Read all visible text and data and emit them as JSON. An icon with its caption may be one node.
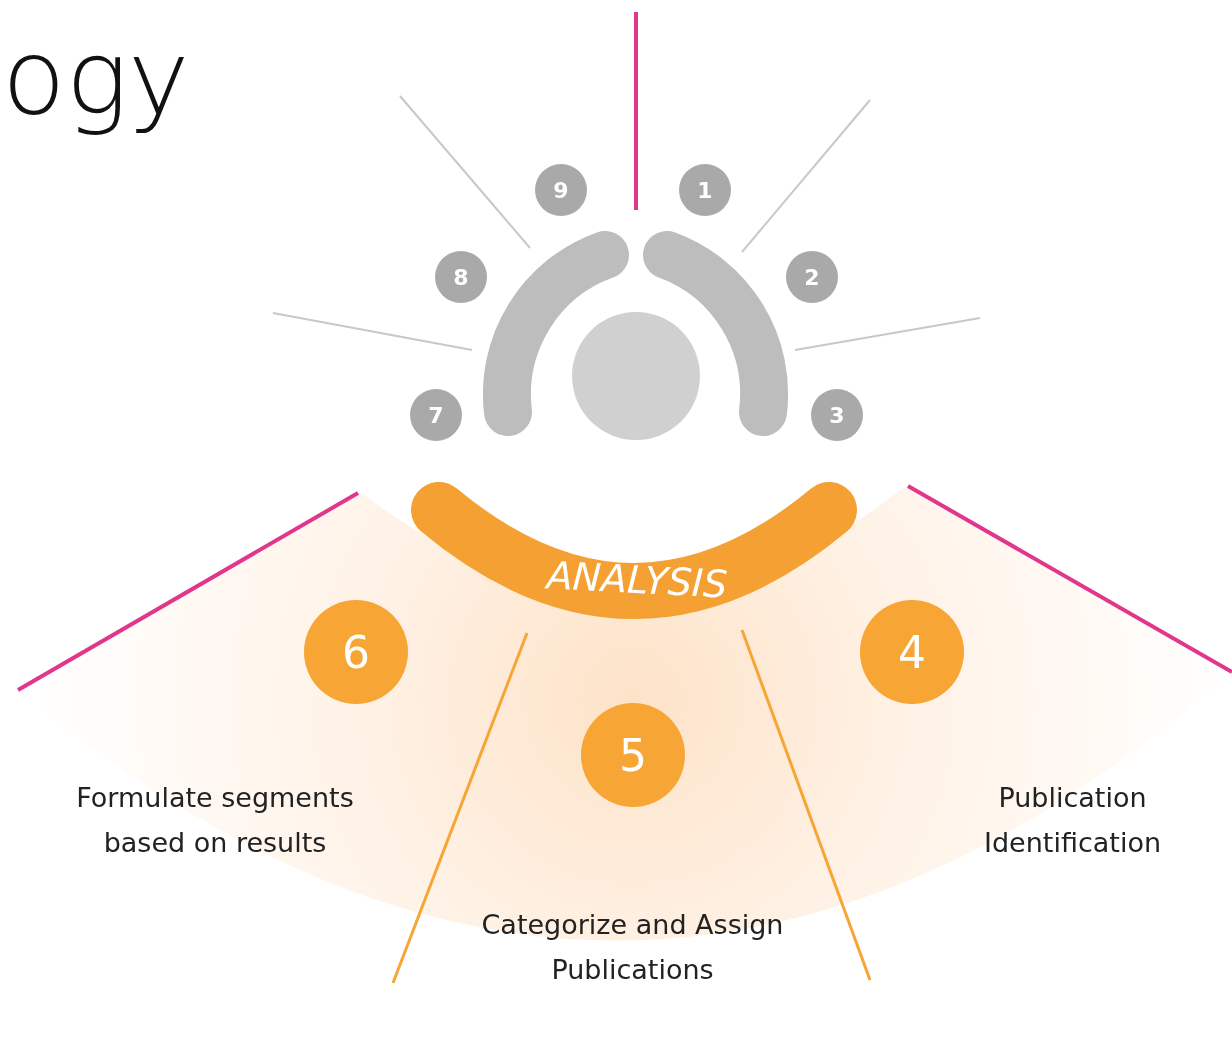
{
  "diagram": {
    "title": "ogy",
    "nodes": [
      {
        "text": [
          "1"
        ]
      },
      {
        "text": [
          "2"
        ]
      },
      {
        "text": [
          "3"
        ]
      },
      {
        "text": [
          "7"
        ]
      },
      {
        "text": [
          "8"
        ]
      },
      {
        "text": [
          "9"
        ]
      },
      {
        "text": [],
        "shape": "circle"
      },
      {
        "text": [
          "ANALYSIS"
        ]
      },
      {
        "text": [
          "6"
        ],
        "beside": [
          "Formulate segments based on results"
        ]
      },
      {
        "text": [
          "5"
        ],
        "beside": [
          "Categorize and Assign Publications"
        ]
      },
      {
        "text": [
          "4"
        ],
        "beside": [
          "Publication Identification"
        ]
      }
    ]
  }
}
